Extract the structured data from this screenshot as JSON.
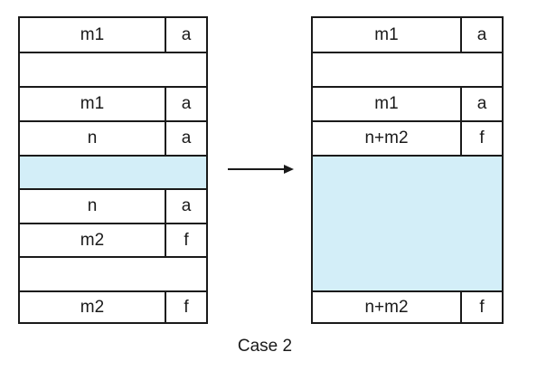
{
  "caption": "Case 2",
  "before": {
    "rows": [
      {
        "size": "m1",
        "flag": "a"
      },
      {
        "size": "",
        "flag": ""
      },
      {
        "size": "m1",
        "flag": "a"
      },
      {
        "size": "n",
        "flag": "a"
      },
      {
        "size": "",
        "flag": "",
        "shaded": true
      },
      {
        "size": "n",
        "flag": "a"
      },
      {
        "size": "m2",
        "flag": "f"
      },
      {
        "size": "",
        "flag": ""
      },
      {
        "size": "m2",
        "flag": "f"
      }
    ]
  },
  "after": {
    "rows": [
      {
        "size": "m1",
        "flag": "a"
      },
      {
        "size": "",
        "flag": ""
      },
      {
        "size": "m1",
        "flag": "a"
      },
      {
        "size": "n+m2",
        "flag": "f"
      },
      {
        "size": "",
        "flag": "",
        "shaded": true
      },
      {
        "size": "n+m2",
        "flag": "f"
      }
    ]
  },
  "colors": {
    "free_block_fill": "#d3eef8",
    "border": "#1a1a1a"
  },
  "connector": "arrow-right-icon"
}
